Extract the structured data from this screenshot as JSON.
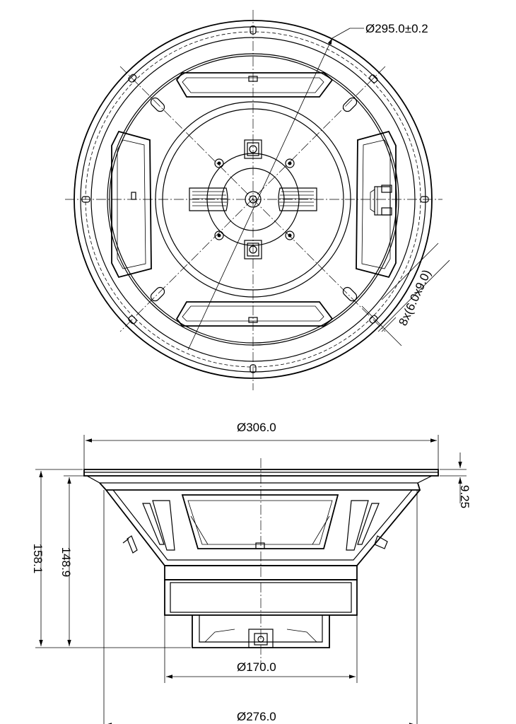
{
  "drawing": {
    "front_view": {
      "bolt_circle_dim": "Ø295.0±0.2",
      "mounting_holes_dim": "8x(6.0x9.0)"
    },
    "side_view": {
      "outer_diameter_dim": "Ø306.0",
      "flange_thickness_dim": "9.25",
      "total_depth_dim": "158.1",
      "depth_dim": "148.9",
      "magnet_diameter_dim": "Ø170.0",
      "baffle_cutout_dim": "Ø276.0"
    }
  }
}
